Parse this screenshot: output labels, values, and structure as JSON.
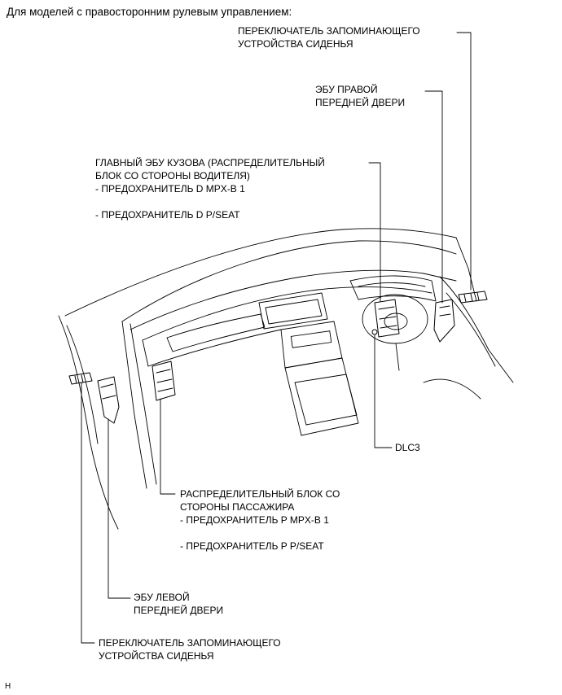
{
  "caption": "Для моделей с правосторонним рулевым управлением:",
  "labels": {
    "seat_switch_right": [
      "ПЕРЕКЛЮЧАТЕЛЬ ЗАПОМИНАЮЩЕГО",
      "УСТРОЙСТВА СИДЕНЬЯ"
    ],
    "right_door_ecu": [
      "ЭБУ ПРАВОЙ",
      "ПЕРЕДНЕЙ ДВЕРИ"
    ],
    "main_body_ecu": [
      "ГЛАВНЫЙ ЭБУ КУЗОВА (РАСПРЕДЕЛИТЕЛЬНЫЙ",
      "БЛОК СО СТОРОНЫ ВОДИТЕЛЯ)",
      "- ПРЕДОХРАНИТЕЛЬ D MPX-B 1",
      "- ПРЕДОХРАНИТЕЛЬ D P/SEAT"
    ],
    "dlc3": "DLC3",
    "passenger_junction": [
      "РАСПРЕДЕЛИТЕЛЬНЫЙ БЛОК СО",
      "СТОРОНЫ ПАССАЖИРА",
      "- ПРЕДОХРАНИТЕЛЬ P MPX-B 1",
      "- ПРЕДОХРАНИТЕЛЬ P P/SEAT"
    ],
    "left_door_ecu": [
      "ЭБУ ЛЕВОЙ",
      "ПЕРЕДНЕЙ ДВЕРИ"
    ],
    "seat_switch_left": [
      "ПЕРЕКЛЮЧАТЕЛЬ ЗАПОМИНАЮЩЕГО",
      "УСТРОЙСТВА СИДЕНЬЯ"
    ]
  },
  "footer": "H"
}
